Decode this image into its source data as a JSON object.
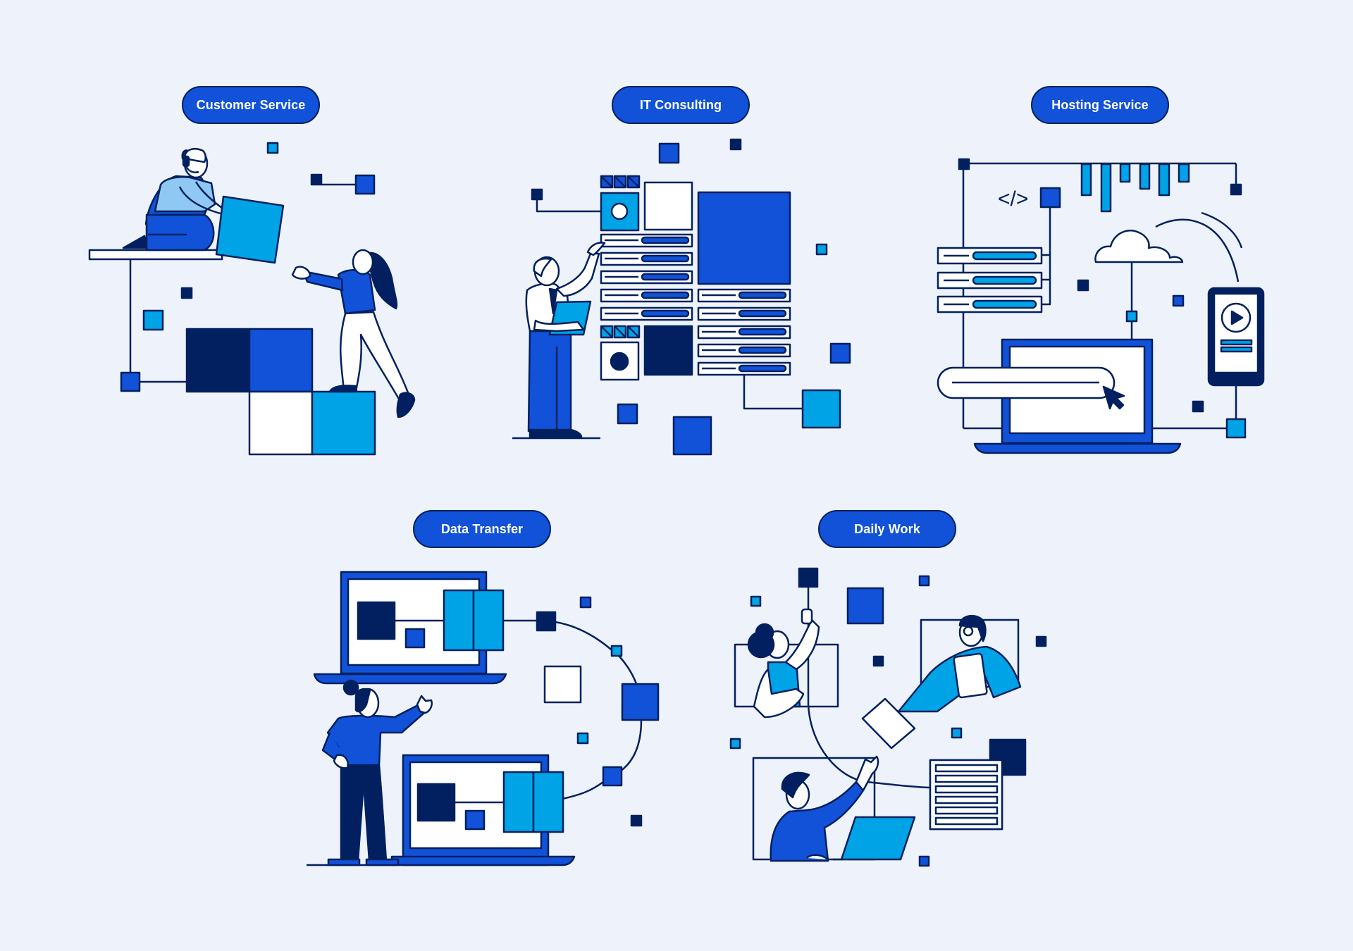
{
  "colors": {
    "background": "#eef3fb",
    "navy": "#02205f",
    "royal_blue": "#1152d9",
    "cyan": "#00a4e6",
    "light_blue": "#8ec8f3",
    "white": "#ffffff"
  },
  "sections": [
    {
      "id": "customer-service",
      "label": "Customer Service",
      "illustration": "two people passing a block onto a stack of colored squares"
    },
    {
      "id": "it-consulting",
      "label": "IT Consulting",
      "illustration": "man with tablet pointing at a wall of server rack panels"
    },
    {
      "id": "hosting-service",
      "label": "Hosting Service",
      "illustration": "laptop, server racks, cloud, phone with play button, code tag icon"
    },
    {
      "id": "data-transfer",
      "label": "Data Transfer",
      "illustration": "woman giving thumbs up between two connected laptops"
    },
    {
      "id": "daily-work",
      "label": "Daily Work",
      "illustration": "three people in frames collaborating, exchanging documents"
    }
  ],
  "icons": {
    "code": "</>",
    "play": "play-icon",
    "cursor": "cursor-icon",
    "cloud": "cloud-icon"
  }
}
